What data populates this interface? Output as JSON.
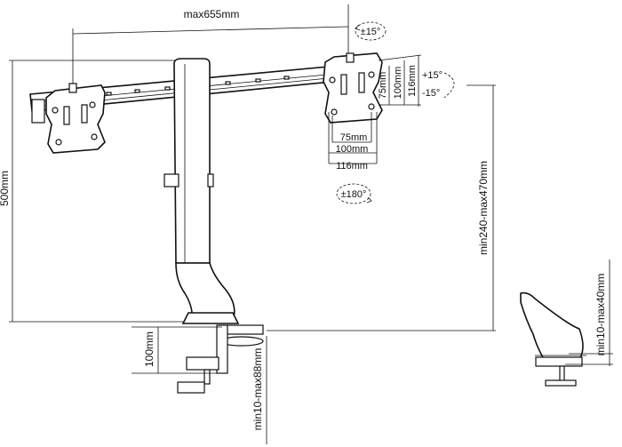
{
  "dimensions": {
    "arm_span": "max655mm",
    "tilt": "±15°",
    "tilt_up": "+15°",
    "tilt_down": "-15°",
    "rotation": "±180°",
    "pole_height": "500mm",
    "height_range": "min240-max470mm",
    "clamp_depth": "100mm",
    "clamp_thickness": "min10-max88mm",
    "grommet_thickness": "min10-max40mm",
    "vesa_h_75": "75mm",
    "vesa_h_100": "100mm",
    "vesa_h_116": "116mm",
    "vesa_v_75": "75mm",
    "vesa_v_100": "100mm",
    "vesa_v_116": "116mm"
  }
}
